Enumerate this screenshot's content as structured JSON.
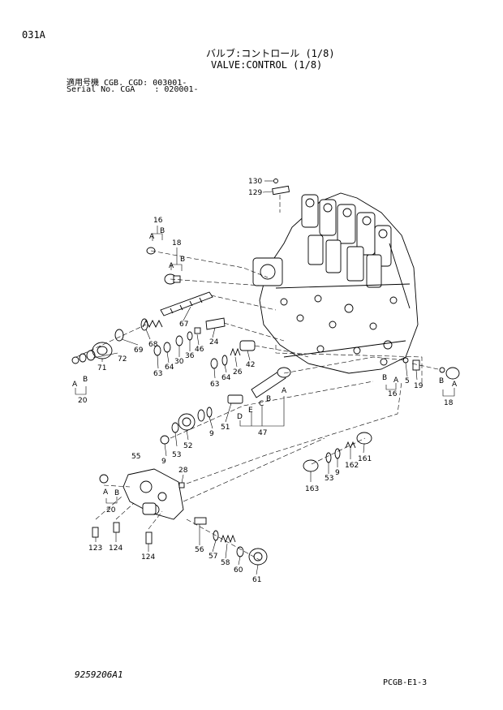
{
  "header": {
    "page_code": "031A",
    "title_jp": "バルブ:コントロール (1/8)",
    "title_en": "VALVE:CONTROL (1/8)",
    "serial_line1": "適用号機 CGB. CGD: 003001-",
    "serial_line2": "Serial No. CGA    : 020001-"
  },
  "footer": {
    "doc_number": "9259206A1",
    "page_ref": "PCGB-E1-3"
  },
  "callouts": {
    "c130": "130",
    "c129": "129",
    "c16a": "16",
    "c18a": "18",
    "c67": "67",
    "c68": "68",
    "c69": "69",
    "c72": "72",
    "c71": "71",
    "c20a": "20",
    "c24": "24",
    "c46": "46",
    "c36": "36",
    "c30": "30",
    "c64a": "64",
    "c63a": "63",
    "c42": "42",
    "c26": "26",
    "c64b": "64",
    "c63b": "63",
    "c47": "47",
    "c51": "51",
    "c9a": "9",
    "c52": "52",
    "c53a": "53",
    "c9b": "9",
    "c55": "55",
    "c28": "28",
    "c20b": "20",
    "c123": "123",
    "c124a": "124",
    "c124b": "124",
    "c56": "56",
    "c57": "57",
    "c58": "58",
    "c60": "60",
    "c61": "61",
    "c16b": "16",
    "c19": "19",
    "c5": "5",
    "c18b": "18",
    "c161": "161",
    "c162": "162",
    "c163": "163",
    "c53b": "53",
    "c9c": "9"
  },
  "letters": {
    "A": "A",
    "B": "B",
    "C": "C",
    "D": "D",
    "E": "E"
  }
}
